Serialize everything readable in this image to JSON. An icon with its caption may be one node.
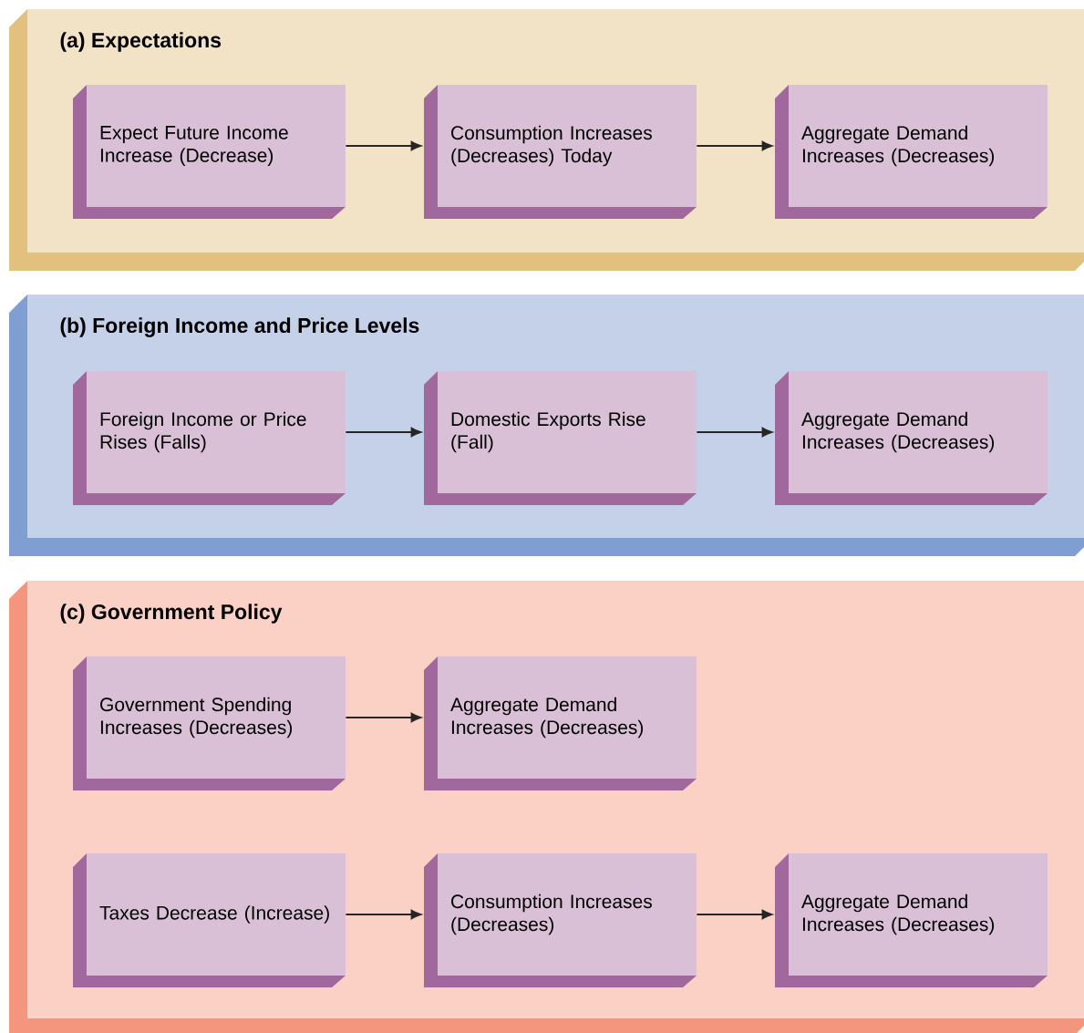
{
  "diagram": {
    "nodes": [
      {
        "text": [
          "(a) Expectations"
        ]
      },
      {
        "text": [
          "Expect Future Income Increase (Decrease)"
        ],
        "in": 0
      },
      {
        "text": [
          "Consumption Increases (Decreases) Today"
        ],
        "in": 0
      },
      {
        "text": [
          "Aggregate Demand Increases (Decreases)"
        ],
        "in": 0
      },
      {
        "text": [
          "(b) Foreign Income and Price Levels"
        ]
      },
      {
        "text": [
          "Foreign Income or Price Rises (Falls)"
        ],
        "in": 4
      },
      {
        "text": [
          "Domestic Exports Rise (Fall)"
        ],
        "in": 4
      },
      {
        "text": [
          "Aggregate Demand Increases (Decreases)"
        ],
        "in": 4
      },
      {
        "text": [
          "(c) Government Policy"
        ]
      },
      {
        "text": [
          "Government Spending Increases (Decreases)"
        ],
        "in": 8
      },
      {
        "text": [
          "Aggregate Demand Increases (Decreases)"
        ],
        "in": 8
      },
      {
        "text": [
          "Taxes Decrease (Increase)"
        ],
        "in": 8
      },
      {
        "text": [
          "Consumption Increases (Decreases)"
        ],
        "in": 8
      },
      {
        "text": [
          "Aggregate Demand Increases (Decreases)"
        ],
        "in": 8
      }
    ],
    "edges": [
      {
        "from": 1,
        "to": 2,
        "arrow": "to"
      },
      {
        "from": 2,
        "to": 3,
        "arrow": "to"
      },
      {
        "from": 5,
        "to": 6,
        "arrow": "to"
      },
      {
        "from": 6,
        "to": 7,
        "arrow": "to"
      },
      {
        "from": 9,
        "to": 10,
        "arrow": "to"
      },
      {
        "from": 11,
        "to": 12,
        "arrow": "to"
      },
      {
        "from": 12,
        "to": 13,
        "arrow": "to"
      }
    ]
  }
}
